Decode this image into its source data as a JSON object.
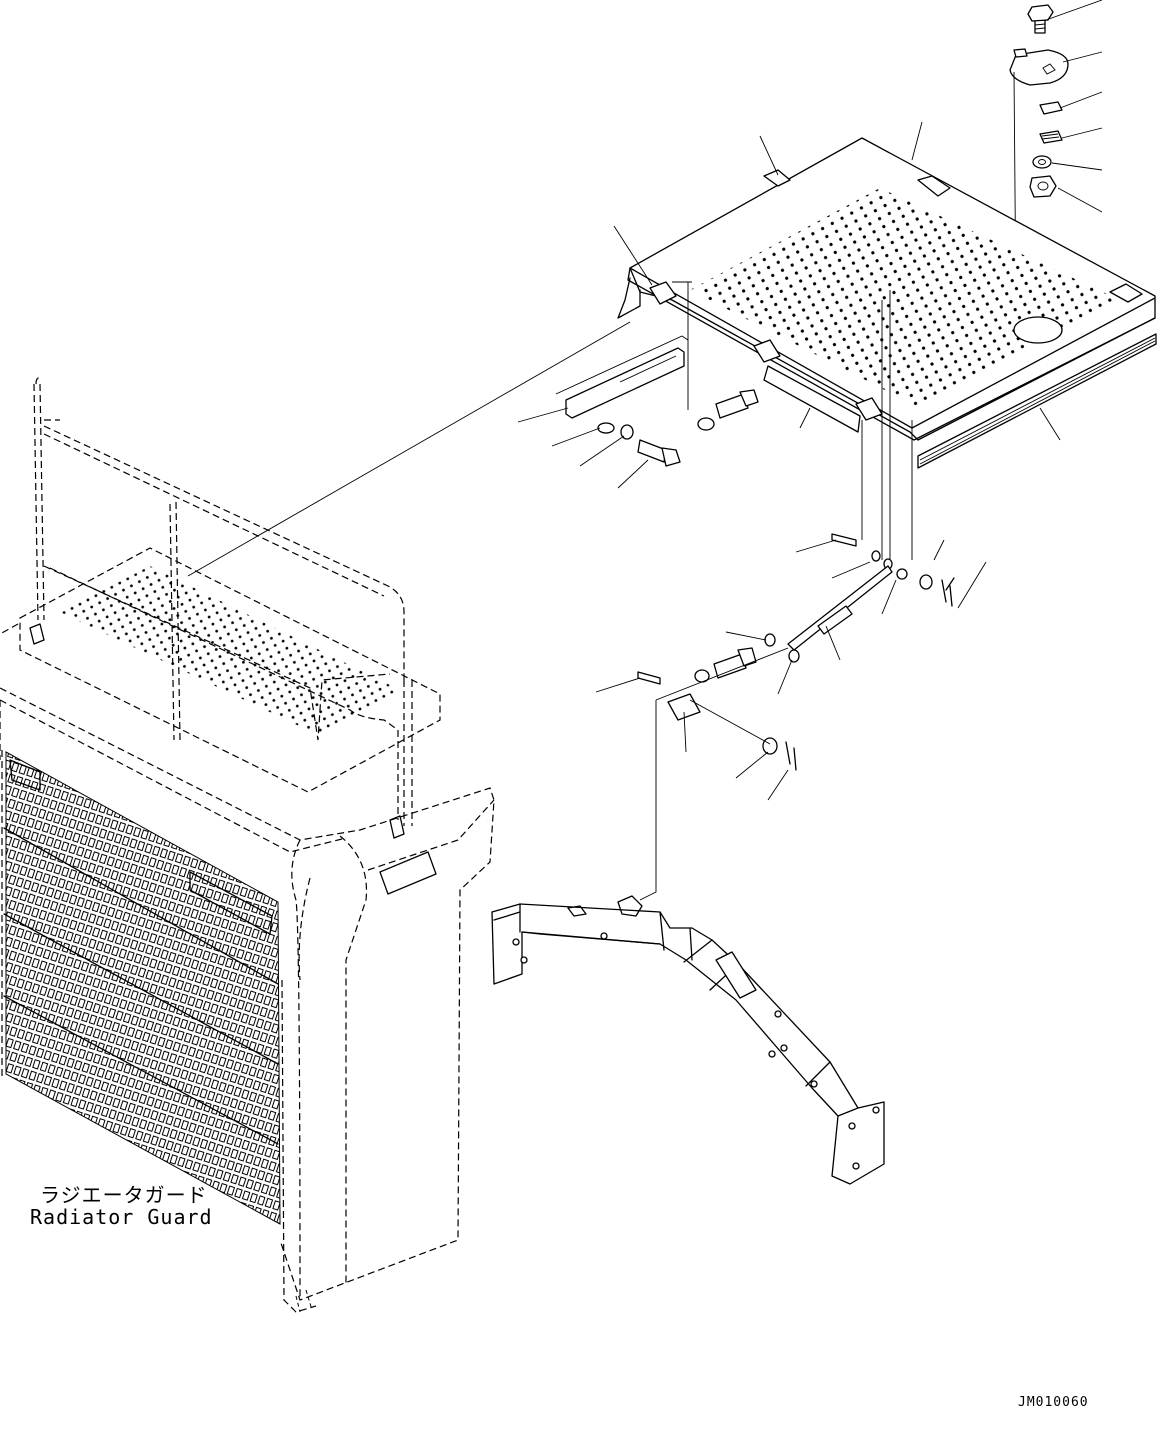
{
  "callout_label": {
    "japanese": "ラジエータガード",
    "english": "Radiator Guard"
  },
  "drawing_number": "JM010060"
}
